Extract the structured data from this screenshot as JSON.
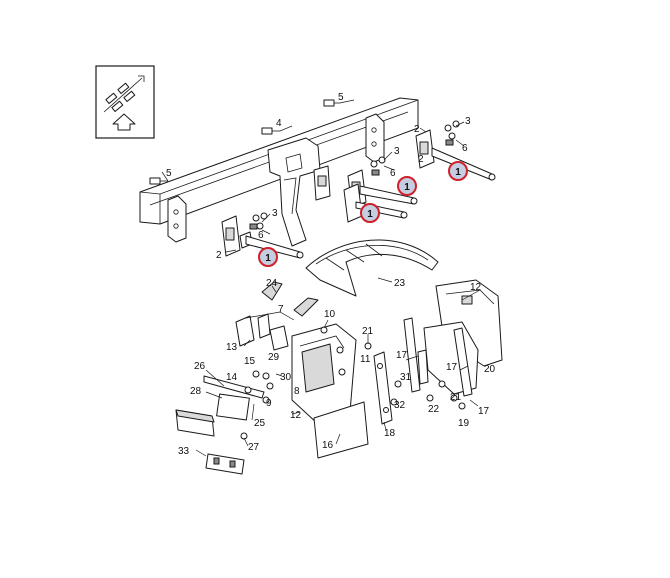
{
  "colors": {
    "line": "#1a1a1a",
    "highlight_ring": "#d0202a",
    "highlight_fill": "#c5cde0",
    "shade": "#d9d9d9"
  },
  "icons": {
    "orientation_box": "cab-orientation-arrow-icon"
  },
  "highlighted_part": "1",
  "callouts": {
    "c5a": "5",
    "c5b": "5",
    "c4": "4",
    "c3a": "3",
    "c3b": "3",
    "c3c": "3",
    "c2a": "2",
    "c2b": "2",
    "c2c": "2",
    "c6a": "6",
    "c6b": "6",
    "c6c": "6",
    "c1a": "1",
    "c1b": "1",
    "c1c": "1",
    "c1d": "1",
    "c23": "23",
    "c24": "24",
    "c12a": "12",
    "c12b": "12",
    "c7": "7",
    "c10": "10",
    "c21a": "21",
    "c21b": "21",
    "c13": "13",
    "c26": "26",
    "c15": "15",
    "c29": "29",
    "c14": "14",
    "c30": "30",
    "c11": "11",
    "c17a": "17",
    "c17b": "17",
    "c17c": "17",
    "c20": "20",
    "c8": "8",
    "c28": "28",
    "c9": "9",
    "c31": "31",
    "c22": "22",
    "c32": "32",
    "c19": "19",
    "c25": "25",
    "c18": "18",
    "c16": "16",
    "c27": "27",
    "c33": "33"
  }
}
